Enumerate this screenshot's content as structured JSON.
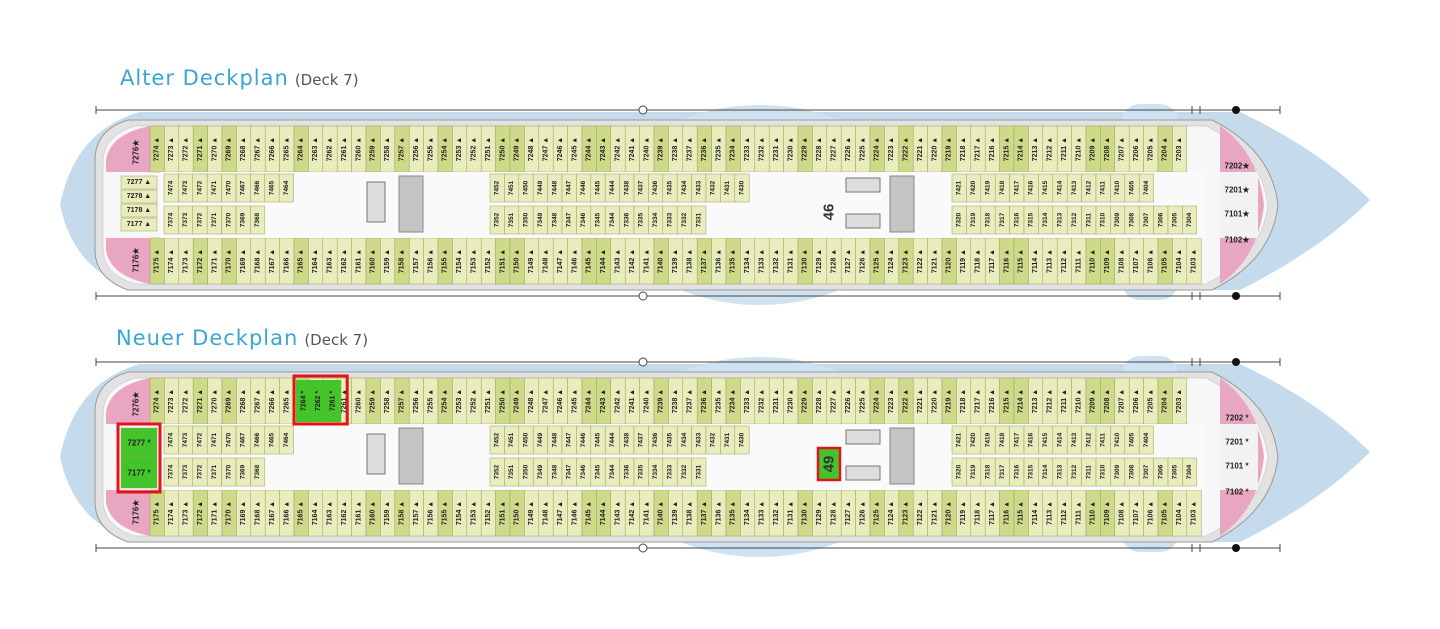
{
  "old_plan": {
    "title": "Alter Deckplan",
    "subtitle": "(Deck 7)",
    "changes": {
      "top_highlight": [],
      "aft_highlight": [],
      "mid_label": "46",
      "mid_highlighted": false
    }
  },
  "new_plan": {
    "title": "Neuer Deckplan",
    "subtitle": "(Deck 7)",
    "changes": {
      "top_highlight": [
        "7264 *",
        "7262 *",
        "7261 *"
      ],
      "aft_highlight": [
        "7277 *",
        "7177 *"
      ],
      "mid_label": "49",
      "mid_highlighted": true
    }
  },
  "cabins": {
    "top_row": [
      "7276★",
      "7274",
      "7273",
      "7272",
      "7271",
      "7270",
      "7269",
      "7268",
      "7267",
      "7266",
      "7265",
      "7264",
      "7263",
      "7262",
      "7261",
      "7260",
      "7259",
      "7258",
      "7257",
      "7256",
      "7255",
      "7254",
      "7253",
      "7252",
      "7251",
      "7250",
      "7249",
      "7248",
      "7247",
      "7246",
      "7245",
      "7244",
      "7243",
      "7242",
      "7241",
      "7240",
      "7239",
      "7238",
      "7237",
      "7236",
      "7235",
      "7234",
      "7233",
      "7232",
      "7231",
      "7230",
      "7229",
      "7228",
      "7227",
      "7226",
      "7225",
      "7224",
      "7223",
      "7222",
      "7221",
      "7220",
      "7219",
      "7218",
      "7217",
      "7216",
      "7215",
      "7214",
      "7213",
      "7212",
      "7211",
      "7210",
      "7209",
      "7208",
      "7207",
      "7206",
      "7205",
      "7204",
      "7203"
    ],
    "bottom_row": [
      "7176★",
      "7175",
      "7174",
      "7173",
      "7172",
      "7171",
      "7170",
      "7169",
      "7168",
      "7167",
      "7166",
      "7165",
      "7164",
      "7163",
      "7162",
      "7161",
      "7160",
      "7159",
      "7158",
      "7157",
      "7156",
      "7155",
      "7154",
      "7153",
      "7152",
      "7151",
      "7150",
      "7149",
      "7148",
      "7147",
      "7146",
      "7145",
      "7144",
      "7143",
      "7142",
      "7141",
      "7140",
      "7139",
      "7138",
      "7137",
      "7136",
      "7135",
      "7134",
      "7133",
      "7132",
      "7131",
      "7130",
      "7129",
      "7128",
      "7127",
      "7126",
      "7125",
      "7124",
      "7123",
      "7122",
      "7121",
      "7120",
      "7119",
      "7118",
      "7117",
      "7116",
      "7115",
      "7114",
      "7113",
      "7112",
      "7111",
      "7110",
      "7109",
      "7108",
      "7107",
      "7106",
      "7105",
      "7104",
      "7103"
    ],
    "inner_upper_a": [
      "7474",
      "7473",
      "7472",
      "7471",
      "7470",
      "7467",
      "7466",
      "7465",
      "7464"
    ],
    "inner_lower_a": [
      "7374",
      "7373",
      "7372",
      "7371",
      "7370",
      "7369",
      "7368"
    ],
    "inner_upper_b": [
      "7452",
      "7451",
      "7450",
      "7449",
      "7448",
      "7447",
      "7446",
      "7445",
      "7444",
      "7438",
      "7437",
      "7436",
      "7435",
      "7434",
      "7433",
      "7432",
      "7431",
      "7430"
    ],
    "inner_lower_b": [
      "7352",
      "7351",
      "7350",
      "7349",
      "7348",
      "7347",
      "7346",
      "7345",
      "7344",
      "7336",
      "7335",
      "7334",
      "7333",
      "7332",
      "7331"
    ],
    "inner_upper_c": [
      "7421",
      "7420",
      "7419",
      "7418",
      "7417",
      "7416",
      "7415",
      "7414",
      "7413",
      "7412",
      "7411",
      "7410",
      "7405",
      "7404"
    ],
    "inner_lower_c": [
      "7320",
      "7319",
      "7318",
      "7317",
      "7316",
      "7315",
      "7314",
      "7313",
      "7312",
      "7311",
      "7310",
      "7309",
      "7308",
      "7307",
      "7306",
      "7305",
      "7304"
    ],
    "aft_old": [
      "7277 ▲",
      "7278 ▲",
      "7178 ▲",
      "7177 ▲"
    ],
    "aft_new": [
      "7277 *",
      "7177 *"
    ],
    "bow_suites": [
      "7202★",
      "7201★",
      "7101★",
      "7102★"
    ],
    "bow_suites_new": [
      "7202 *",
      "7201 *",
      "7101 *",
      "7102 *"
    ]
  },
  "colors": {
    "title": "#3aa6cf",
    "water": "#c5dbec",
    "hull": "#e2e2e2",
    "cabin": "#e9ecbd",
    "cabin_dark": "#cfd98a",
    "suite": "#e9a6c3",
    "highlight": "#44c32b",
    "highlight_border": "#e0141a"
  }
}
